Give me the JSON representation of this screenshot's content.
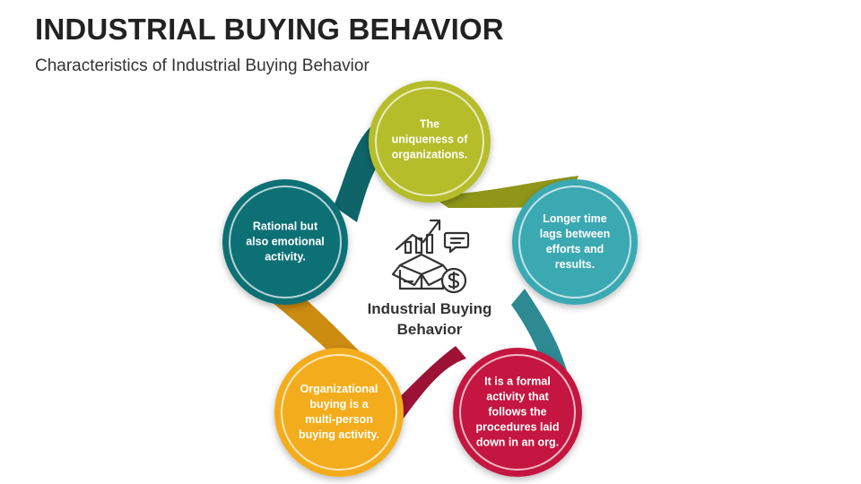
{
  "header": {
    "title": "INDUSTRIAL BUYING BEHAVIOR",
    "subtitle": "Characteristics of Industrial Buying Behavior"
  },
  "center": {
    "label": "Industrial Buying\nBehavior",
    "icon": "box-chart-dollar-icon"
  },
  "nodes": [
    {
      "text": "The\nuniqueness of\norganizations.",
      "color": "#b5bd2a"
    },
    {
      "text": "Longer time\nlags between\nefforts and\nresults.",
      "color": "#3aa9b2"
    },
    {
      "text": "It is a formal\nactivity that\nfollows the\nprocedures laid\ndown in an org.",
      "color": "#c4193f"
    },
    {
      "text": "Organizational\nbuying is a\nmulti-person\nbuying activity.",
      "color": "#f3ad1c"
    },
    {
      "text": "Rational but\nalso emotional\nactivity.",
      "color": "#0f7075"
    }
  ]
}
